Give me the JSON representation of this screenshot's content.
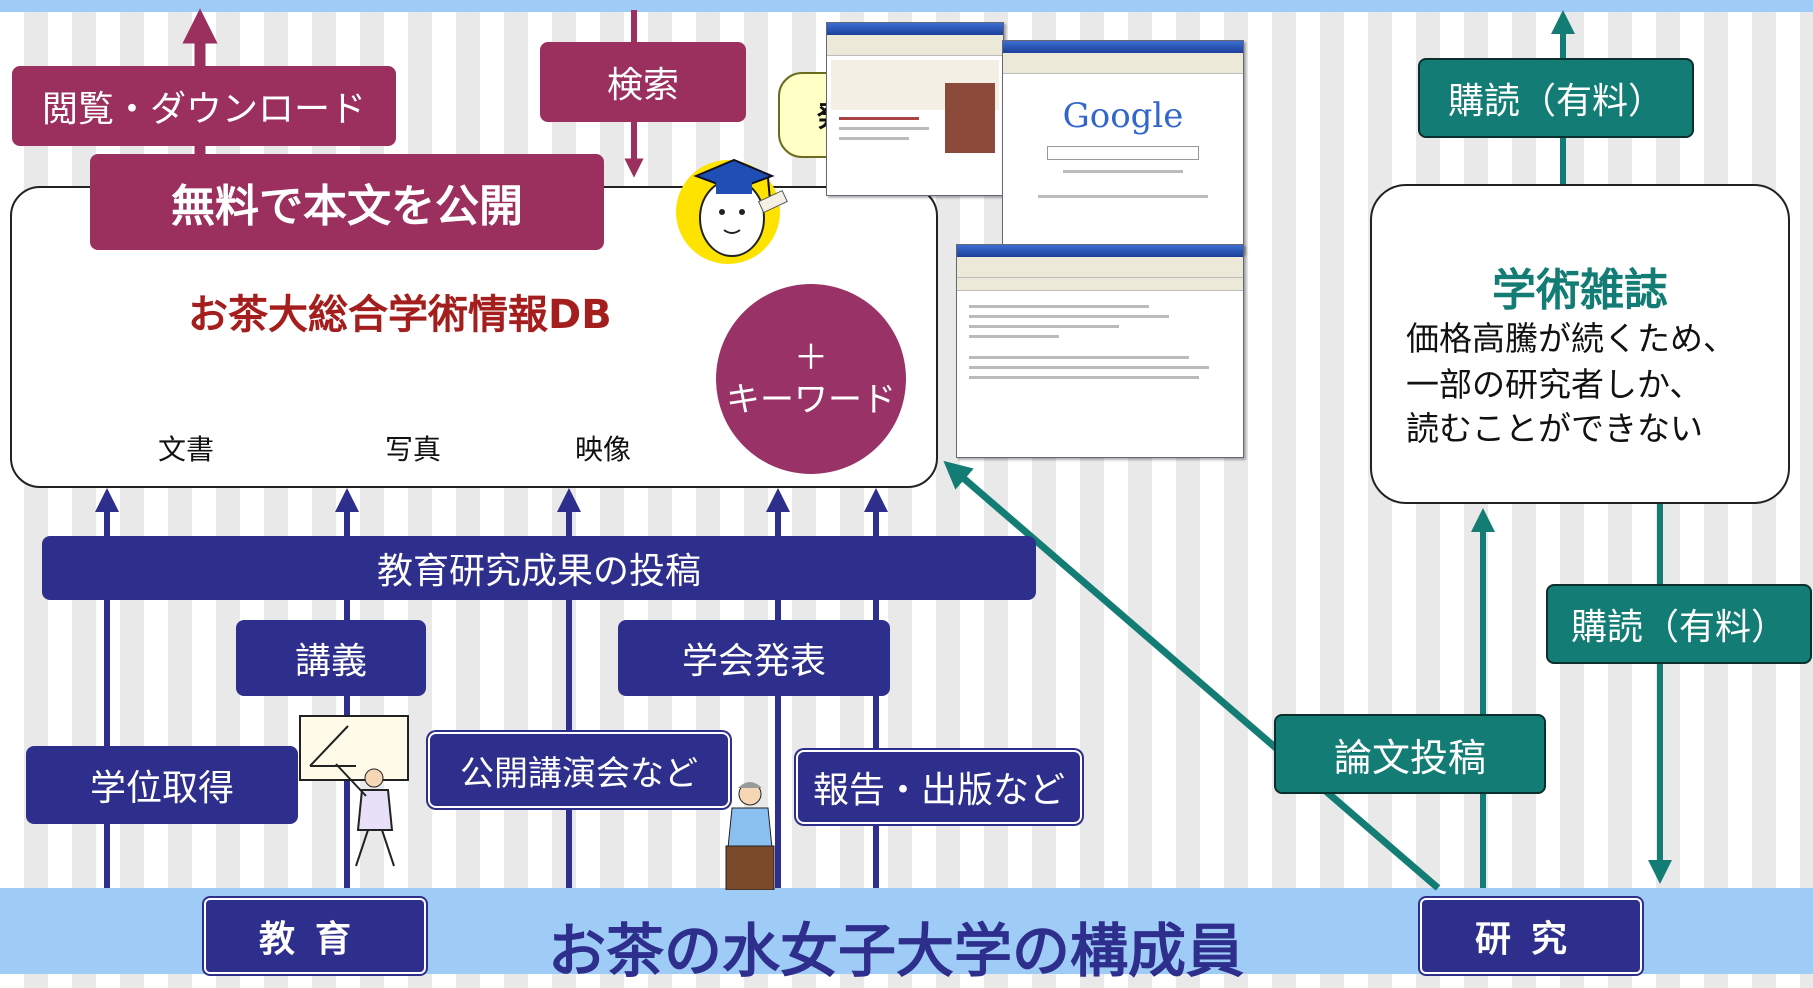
{
  "colors": {
    "blue": "#2e2e8c",
    "maroon": "#9b2f5e",
    "teal": "#137d75",
    "band": "#9fccf7",
    "db_title": "#a41e1e"
  },
  "top": {
    "browse_download": "閲覧・ダウンロード",
    "search": "検索",
    "publish_free": "無料で本文を公開",
    "discovery": "発見！！",
    "subscription_top": "購読（有料）"
  },
  "db": {
    "title": "お茶大総合学術情報DB",
    "item_documents": "文書",
    "item_photos": "写真",
    "item_video": "映像",
    "keyword_plus": "＋",
    "keyword_label": "キーワード"
  },
  "screenshots": {
    "google_logo": "Google"
  },
  "journal": {
    "title": "学術雑誌",
    "line1": "価格高騰が続くため、",
    "line2": "一部の研究者しか、",
    "line3": "読むことができない"
  },
  "contributions": {
    "post_results": "教育研究成果の投稿",
    "lecture": "講義",
    "conference": "学会発表",
    "degree": "学位取得",
    "public_lecture": "公開講演会など",
    "report_publish": "報告・出版など"
  },
  "right": {
    "subscription_mid": "購読（有料）",
    "paper_submission": "論文投稿"
  },
  "bottom": {
    "education": "教育",
    "members": "お茶の水女子大学の構成員",
    "research": "研究"
  },
  "icons": [
    "graduate-character-icon",
    "teacher-presenting-icon",
    "speaker-at-podium-icon"
  ]
}
